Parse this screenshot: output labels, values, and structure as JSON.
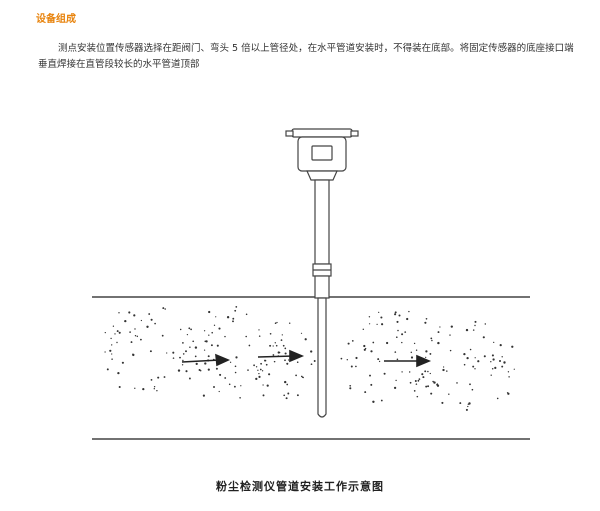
{
  "section": {
    "heading": "设备组成",
    "paragraph": "测点安装位置传感器选择在距阀门、弯头 5 倍以上管径处，在水平管道安装时，不得装在底部。将固定传感器的底座接口端垂直焊接在直管段较长的水平管道顶部"
  },
  "figure": {
    "caption": "粉尘检测仪管道安装工作示意图",
    "colors": {
      "line": "#444444",
      "dust": "#333333"
    }
  }
}
